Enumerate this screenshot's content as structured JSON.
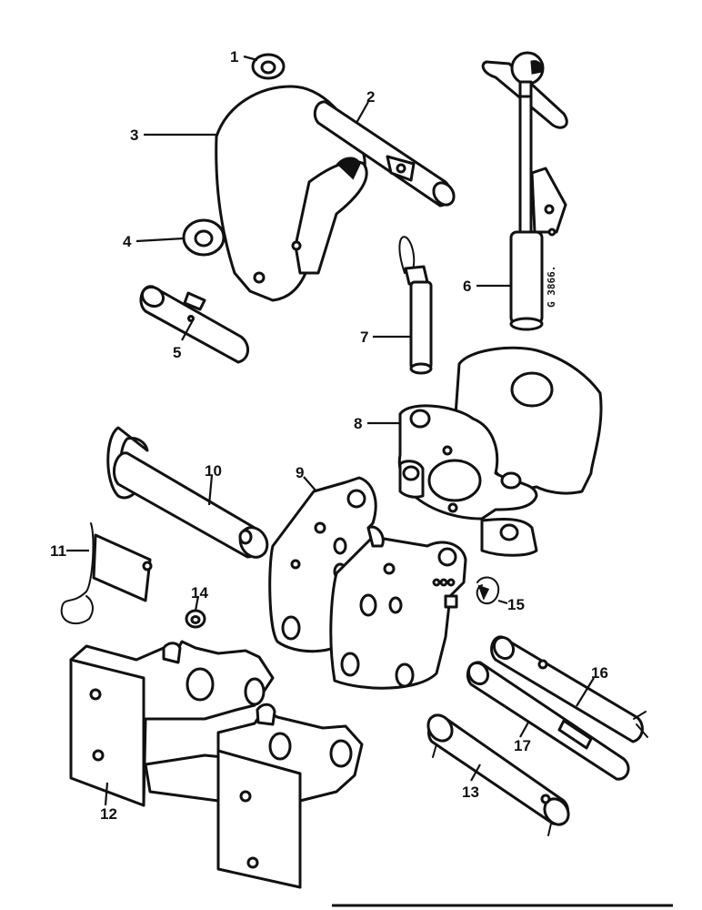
{
  "figure": {
    "drawing_code": "G 3866.",
    "callouts": [
      "1",
      "2",
      "3",
      "4",
      "5",
      "6",
      "7",
      "8",
      "9",
      "10",
      "11",
      "12",
      "13",
      "14",
      "15",
      "16",
      "17"
    ]
  }
}
